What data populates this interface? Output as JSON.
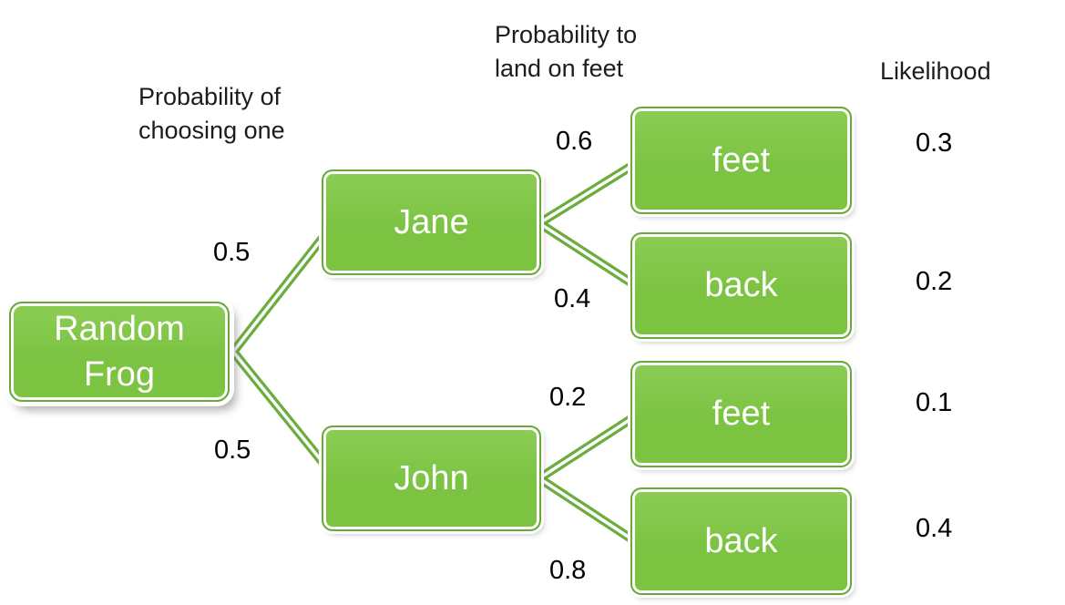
{
  "headers": {
    "choosing": "Probability of\nchoosing one",
    "landing": "Probability to\nland on feet",
    "likelihood": "Likelihood"
  },
  "nodes": {
    "root": {
      "label": "Random Frog"
    },
    "jane": {
      "label": "Jane"
    },
    "john": {
      "label": "John"
    },
    "jane_feet": {
      "label": "feet"
    },
    "jane_back": {
      "label": "back"
    },
    "john_feet": {
      "label": "feet"
    },
    "john_back": {
      "label": "back"
    }
  },
  "branch_probabilities": {
    "root_jane": "0.5",
    "root_john": "0.5",
    "jane_feet": "0.6",
    "jane_back": "0.4",
    "john_feet": "0.2",
    "john_back": "0.8"
  },
  "likelihoods": {
    "jane_feet": "0.3",
    "jane_back": "0.2",
    "john_feet": "0.1",
    "john_back": "0.4"
  },
  "colors": {
    "node_fill": "#7cc342",
    "node_fill_light": "#8ccd55",
    "node_border": "#67aa35",
    "node_text": "#ffffff",
    "connector": "#6bad3c",
    "connector_gap": "#ffffff",
    "label_text": "#1c1c1c",
    "background": "#ffffff"
  }
}
